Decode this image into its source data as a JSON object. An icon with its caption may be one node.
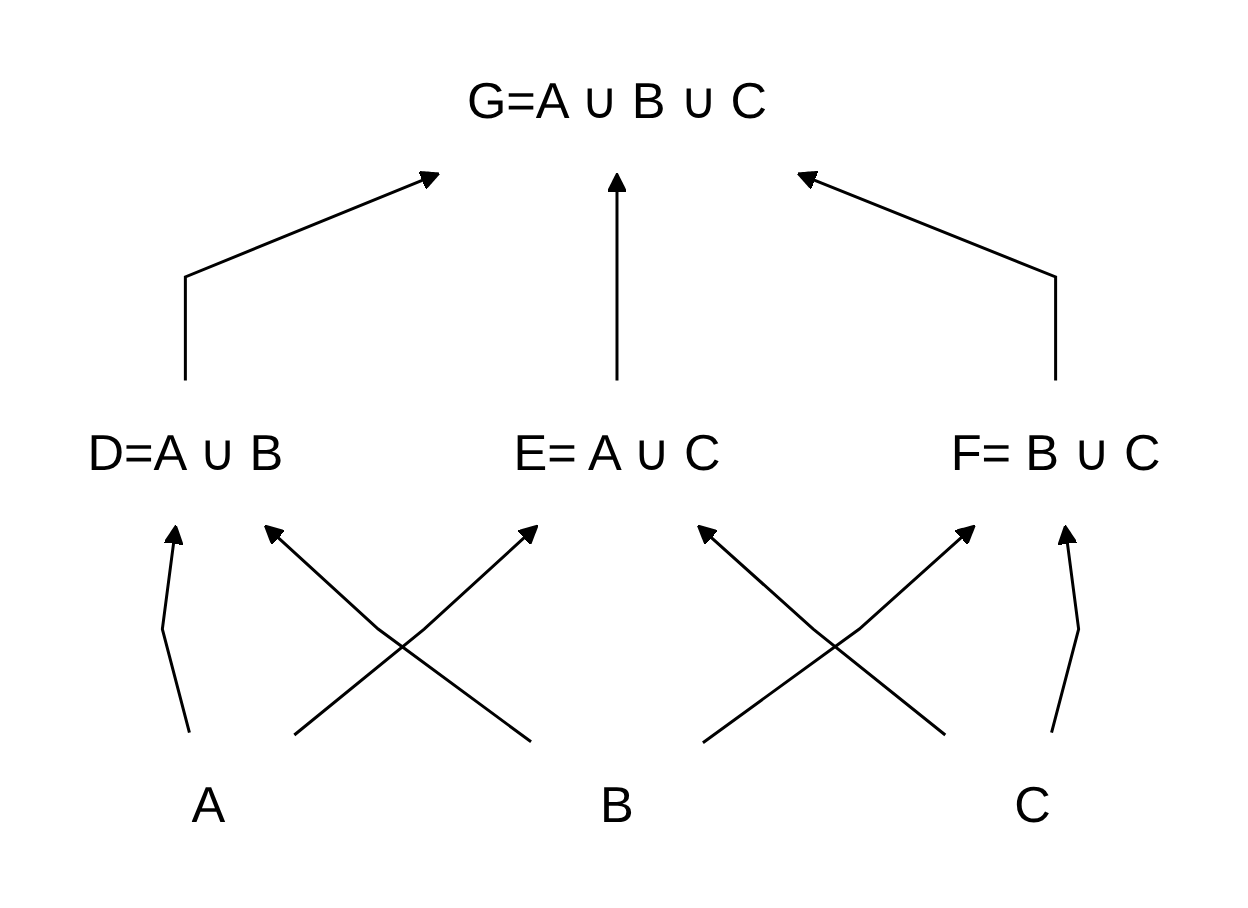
{
  "diagram": {
    "nodes": [
      {
        "text": [
          "G=A ∪ B ∪ C"
        ]
      },
      {
        "text": [
          "D=A ∪ B"
        ]
      },
      {
        "text": [
          "E= A ∪ C"
        ]
      },
      {
        "text": [
          "F= B ∪ C"
        ]
      },
      {
        "text": [
          "A"
        ]
      },
      {
        "text": [
          "B"
        ]
      },
      {
        "text": [
          "C"
        ]
      }
    ],
    "edges": [
      {
        "from": 1,
        "to": 0,
        "arrow": "to"
      },
      {
        "from": 2,
        "to": 0,
        "arrow": "to"
      },
      {
        "from": 3,
        "to": 0,
        "arrow": "to"
      },
      {
        "from": 4,
        "to": 1,
        "arrow": "to"
      },
      {
        "from": 4,
        "to": 2,
        "arrow": "to"
      },
      {
        "from": 5,
        "to": 1,
        "arrow": "to"
      },
      {
        "from": 5,
        "to": 3,
        "arrow": "to"
      },
      {
        "from": 6,
        "to": 2,
        "arrow": "to"
      },
      {
        "from": 6,
        "to": 3,
        "arrow": "to"
      }
    ]
  }
}
